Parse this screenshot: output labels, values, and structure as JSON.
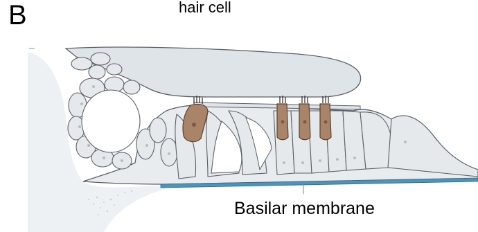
{
  "figure": {
    "panel_letter": "B",
    "labels": {
      "hair_cell": "hair cell",
      "basilar_membrane": "Basilar membrane"
    },
    "colors": {
      "tissue_fill": "#e9ecef",
      "tissue_stroke": "#596068",
      "tectorial_fill": "#dfe4e8",
      "hair_cell_fill": "#a98468",
      "hair_cell_stroke": "#5b4032",
      "basilar_membrane": "#4f94b8",
      "bone_fill": "#eef1f4"
    },
    "hair_cells": [
      {
        "name": "inner-hair-cell"
      },
      {
        "name": "outer-hair-cell-1"
      },
      {
        "name": "outer-hair-cell-2"
      },
      {
        "name": "outer-hair-cell-3"
      }
    ]
  }
}
